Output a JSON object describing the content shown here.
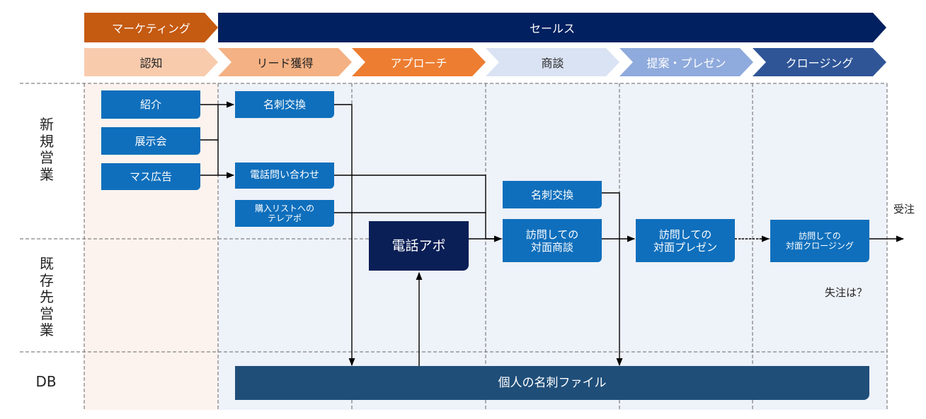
{
  "phases_top": [
    {
      "label": "マーケティング",
      "color": "#c55a11"
    },
    {
      "label": "セールス",
      "color": "#002060"
    }
  ],
  "phases_sub": [
    {
      "label": "認知",
      "color": "#f8cbad"
    },
    {
      "label": "リード獲得",
      "color": "#f4b183"
    },
    {
      "label": "アプローチ",
      "color": "#ed7d31"
    },
    {
      "label": "商談",
      "color": "#dae3f3"
    },
    {
      "label": "提案・プレゼン",
      "color": "#8faadc"
    },
    {
      "label": "クロージング",
      "color": "#2f5597"
    }
  ],
  "lanes": {
    "new": "新規営業",
    "existing": "既存先営業",
    "db": "DB"
  },
  "nodes": {
    "referral": "紹介",
    "exhibition": "展示会",
    "mass_ad": "マス広告",
    "card_exchange_1": "名刺交換",
    "phone_inquiry": "電話問い合わせ",
    "purchased_list": "購入リストへの\nテレアポ",
    "tele_appo": "電話アポ",
    "card_exchange_2": "名刺交換",
    "visit_meeting": "訪問しての\n対面商談",
    "visit_presentation": "訪問しての\n対面プレゼン",
    "visit_closing": "訪問しての\n対面クロージング",
    "card_file": "個人の名刺ファイル"
  },
  "outcomes": {
    "order_won": "受注",
    "order_lost": "失注は？"
  },
  "colors": {
    "node_blue": "#0f6fbc",
    "node_dark": "#0a1f56",
    "db_bar": "#1f4e79",
    "marketing_bg": "#fdf3ee",
    "sales_bg": "#eef2f9"
  }
}
